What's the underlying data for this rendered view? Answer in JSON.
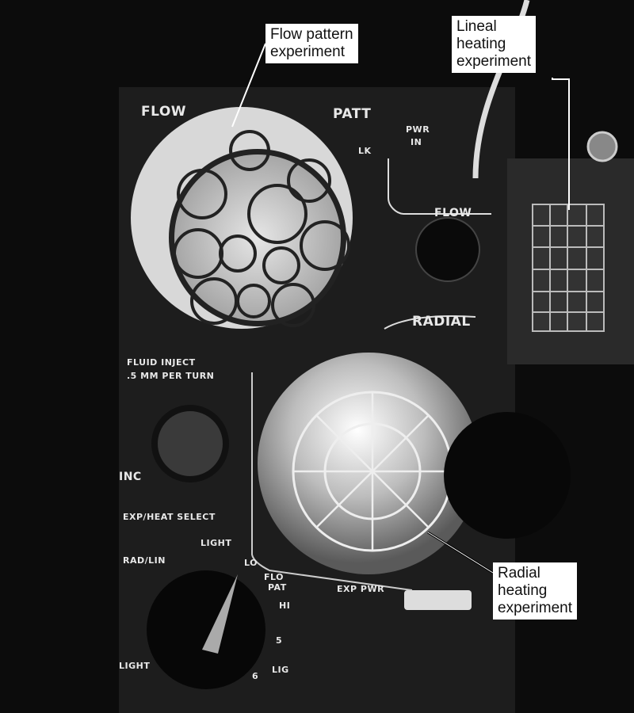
{
  "callouts": {
    "flow_pattern": [
      "Flow pattern",
      "experiment"
    ],
    "lineal_heating": [
      "Lineal",
      "heating",
      "experiment"
    ],
    "radial_heating": [
      "Radial",
      "heating",
      "experiment"
    ]
  },
  "panel_labels": {
    "flow_top": "FLOW",
    "patt": "PATT",
    "lk": "LK",
    "pwr": "PWR",
    "in": "IN",
    "flow_knob": "FLOW",
    "radial": "RADIAL",
    "fluid_inject": "FLUID INJECT",
    "per_turn": ".5 MM PER TURN",
    "inc": "INC",
    "exp_heat_select": "EXP/HEAT SELECT",
    "light_top": "LIGHT",
    "rad_lin": "RAD/LIN",
    "lo": "LO",
    "flo": "FLO",
    "pat": "PAT",
    "hi": "HI",
    "exp_pwr": "EXP PWR",
    "light_bottom": "LIGHT",
    "five": "5",
    "six": "6",
    "lig": "LIG"
  }
}
